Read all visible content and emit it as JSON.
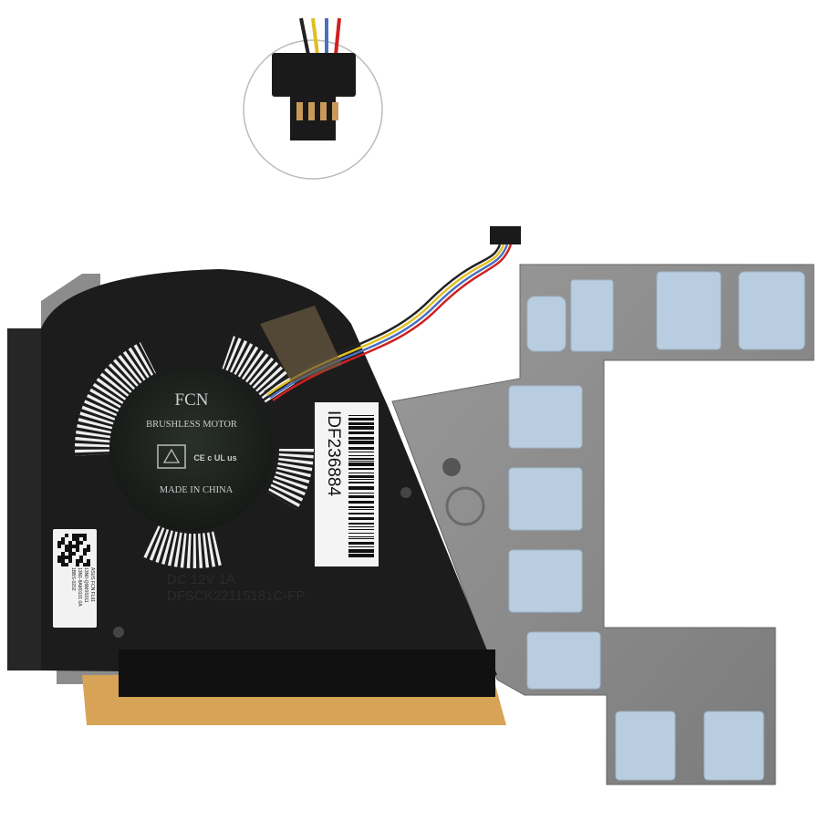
{
  "fan_hub": {
    "brand": "FCN",
    "type": "BRUSHLESS MOTOR",
    "certifications": "CE c UL us",
    "origin": "MADE IN CHINA"
  },
  "barcode_label": {
    "code": "IDF236884"
  },
  "embossed": {
    "rating": "DC 12V 1A",
    "model": "DFSCK22115181C-FP"
  },
  "small_label": {
    "lines": [
      "ASUS FCN FL91",
      "13N0-Q6M0S011",
      "13N1-8AM0101 0A",
      "1BBS-0202"
    ]
  },
  "colors": {
    "plate": "#8c8c8c",
    "thermal_pad": "#b8cde0",
    "fan_body": "#1c1c1c",
    "tape": "#d7a457"
  }
}
